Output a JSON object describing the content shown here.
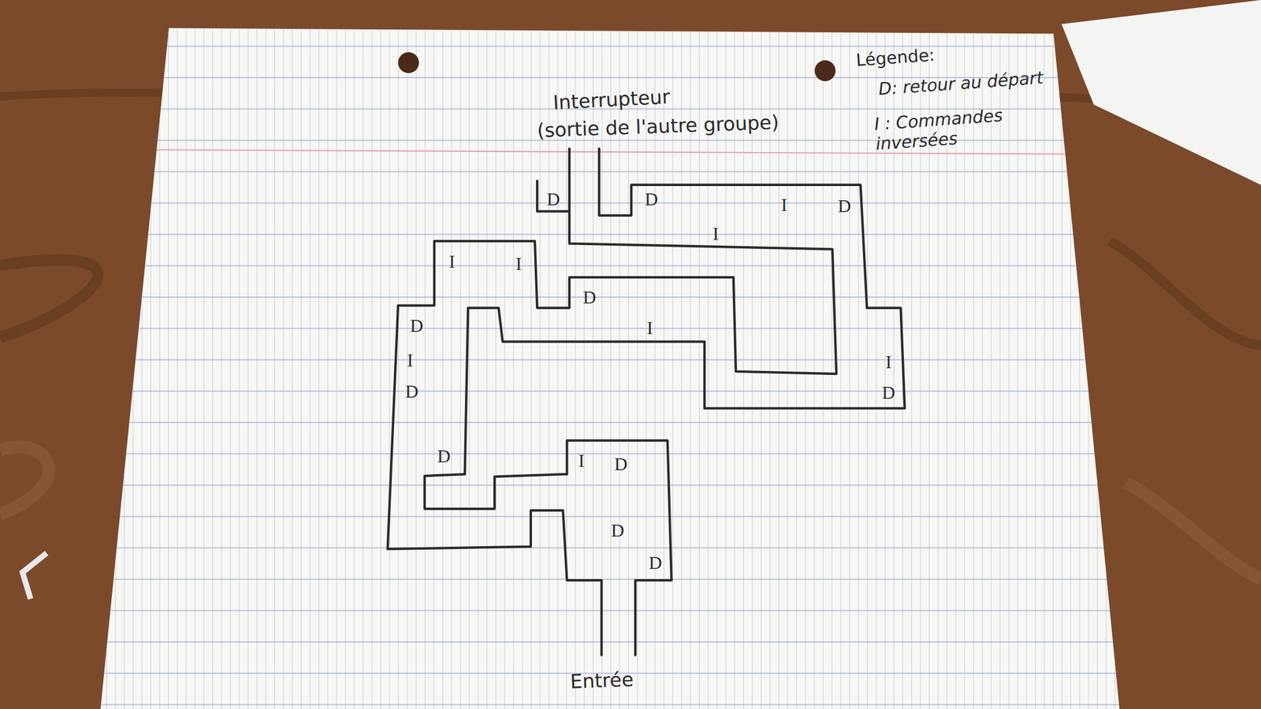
{
  "diagram": {
    "labels": [
      "Légende:",
      "Interrupteur",
      "(sortie de l'autre groupe)",
      "D",
      "D",
      "I",
      "D",
      "I",
      "I",
      "I",
      "D",
      "D",
      "I",
      "D",
      "I",
      "I",
      "D",
      "D",
      "I",
      "D",
      "D",
      "D",
      "Entrée"
    ],
    "legend": [
      {
        "text": "D: retour au départ"
      },
      {
        "text": "I : Commandes inversées"
      }
    ]
  }
}
